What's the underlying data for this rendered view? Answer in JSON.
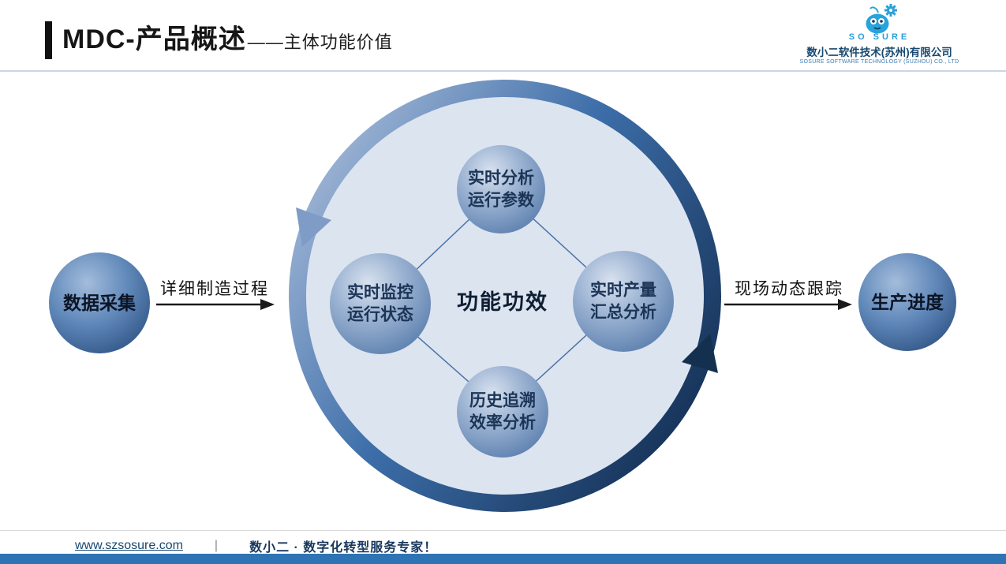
{
  "header": {
    "title": "MDC-产品概述",
    "subtitle": "——主体功能价值"
  },
  "logo": {
    "brand": "SO SURE",
    "company": "数小二软件技术(苏州)有限公司",
    "company_en": "SOSURE SOFTWARE TECHNOLOGY (SUZHOU) CO., LTD"
  },
  "diagram": {
    "center_label": "功能功效",
    "bubble_top": {
      "line1": "实时分析",
      "line2": "运行参数"
    },
    "bubble_left": {
      "line1": "实时监控",
      "line2": "运行状态"
    },
    "bubble_right": {
      "line1": "实时产量",
      "line2": "汇总分析"
    },
    "bubble_bottom": {
      "line1": "历史追溯",
      "line2": "效率分析"
    },
    "left_node": "数据采集",
    "right_node": "生产进度",
    "left_arrow_label": "详细制造过程",
    "right_arrow_label": "现场动态跟踪"
  },
  "footer": {
    "website": "www.szsosure.com",
    "separator": "|",
    "slogan": "数小二 · 数字化转型服务专家！"
  },
  "colors": {
    "accent_blue": "#2e74b5",
    "dark_navy": "#1f3864",
    "ring_dark": "#14304f",
    "ring_light": "#a6bad8",
    "sphere_blue": "#5f82b0",
    "link_blue": "#17486f",
    "brand_cyan": "#2a9fd8"
  }
}
